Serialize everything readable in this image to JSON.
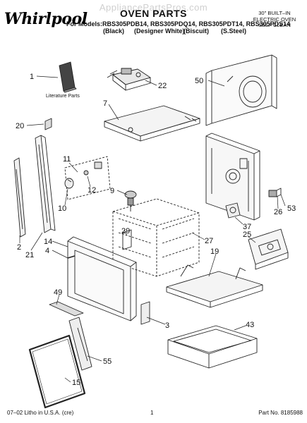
{
  "header": {
    "watermark": "AppliancePartsPros.com",
    "brand": "Whirlpool",
    "title": "OVEN PARTS",
    "models_line": "For Models:RBS305PDB14, RBS305PDQ14, RBS305PDT14, RBS305PDS14",
    "colors": [
      "(Black)",
      "(Designer White)",
      "(Biscuit)",
      "(S.Steel)"
    ],
    "spec_lines": [
      "30\" BUILT–IN",
      "ELECTRIC OVEN",
      "SELF CLEAN"
    ]
  },
  "diagram": {
    "literature_label": "Literature Parts",
    "callouts": [
      "1",
      "22",
      "50",
      "7",
      "20",
      "11",
      "12",
      "10",
      "9",
      "26",
      "53",
      "2",
      "21",
      "14",
      "4",
      "29",
      "27",
      "37",
      "25",
      "19",
      "49",
      "3",
      "55",
      "43",
      "15"
    ]
  },
  "footer": {
    "left": "07–02 Litho in U.S.A. (cre)",
    "center": "1",
    "right": "Part No. 8185988"
  }
}
